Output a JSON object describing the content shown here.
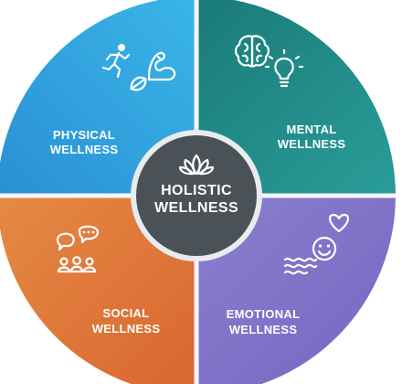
{
  "center": {
    "line1": "HOLISTIC",
    "line2": "WELLNESS",
    "icon": "lotus-icon"
  },
  "quadrants": [
    {
      "key": "physical",
      "line1": "PHYSICAL",
      "line2": "WELLNESS",
      "color_start": "#2a8fd4",
      "color_end": "#3ab6e8",
      "icons": [
        "running-person-icon",
        "flexed-arm-icon",
        "leaf-icon"
      ]
    },
    {
      "key": "mental",
      "line1": "MENTAL",
      "line2": "WELLNESS",
      "color_start": "#1a7a78",
      "color_end": "#2a9e9a",
      "icons": [
        "brain-icon",
        "lightbulb-icon"
      ]
    },
    {
      "key": "social",
      "line1": "SOCIAL",
      "line2": "WELLNESS",
      "color_start": "#e58a45",
      "color_end": "#d9662f",
      "icons": [
        "speech-bubbles-icon",
        "people-group-icon"
      ]
    },
    {
      "key": "emotional",
      "line1": "EMOTIONAL",
      "line2": "WELLNESS",
      "color_start": "#8a7fcf",
      "color_end": "#7465c0",
      "icons": [
        "heart-icon",
        "smiley-icon",
        "waves-icon"
      ]
    }
  ],
  "colors": {
    "center_fill": "#4a5257",
    "center_ring": "#e9ecee",
    "divider": "#f4f6f7"
  }
}
